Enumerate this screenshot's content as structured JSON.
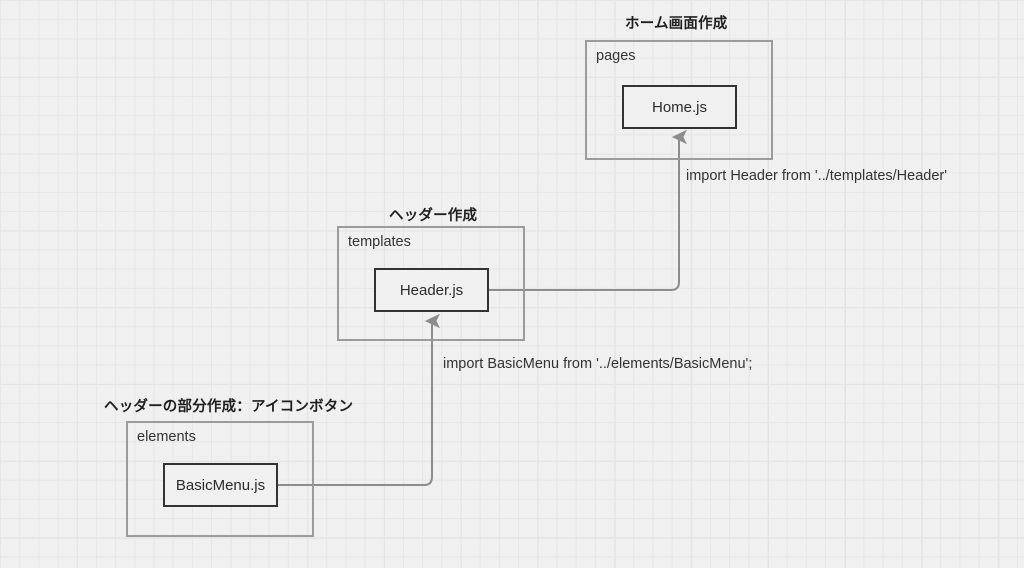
{
  "diagram": {
    "background_color": "#f0f0f0",
    "grid_color": "#e6e6e6",
    "node_border_color": "#333333",
    "group_border_color": "#9b9b9b",
    "connector_color": "#8c8c8c",
    "sections": [
      {
        "id": "pages",
        "title": "ホーム画面作成",
        "group_label": "pages",
        "node_label": "Home.js"
      },
      {
        "id": "templates",
        "title": "ヘッダー作成",
        "group_label": "templates",
        "node_label": "Header.js"
      },
      {
        "id": "elements",
        "title": "ヘッダーの部分作成：アイコンボタン",
        "group_label": "elements",
        "node_label": "BasicMenu.js"
      }
    ],
    "connectors": [
      {
        "id": "header-to-home",
        "from": "Header.js",
        "to": "Home.js",
        "label": "import Header from '../templates/Header'"
      },
      {
        "id": "basicmenu-to-header",
        "from": "BasicMenu.js",
        "to": "Header.js",
        "label": "import BasicMenu from '../elements/BasicMenu';"
      }
    ]
  }
}
